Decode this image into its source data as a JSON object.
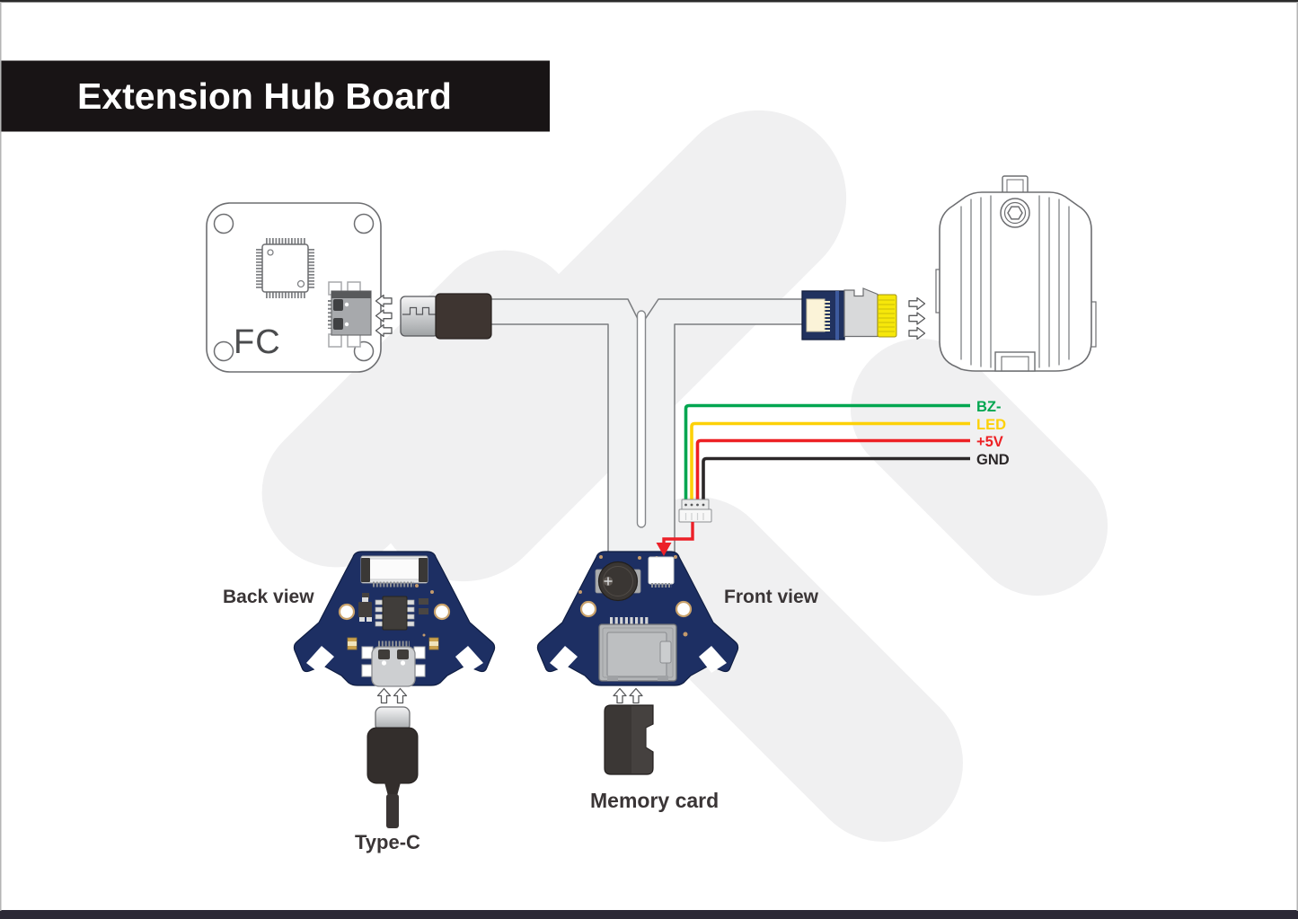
{
  "title": "Extension Hub Board",
  "diagram": {
    "fc_label": "FC",
    "back_view_label": "Back view",
    "front_view_label": "Front view",
    "type_c_label": "Type-C",
    "memory_card_label": "Memory card"
  },
  "wires": [
    {
      "label": "BZ-",
      "color": "#00a650"
    },
    {
      "label": "LED",
      "color": "#fdd108"
    },
    {
      "label": "+5V",
      "color": "#ed2024"
    },
    {
      "label": "GND",
      "color": "#2b2728"
    }
  ],
  "colors": {
    "banner": "#181415",
    "watermark": "#f0f0f1",
    "pcb": "#1d2f63",
    "gold_fingers": "#f6e70a",
    "arrow_red": "#ec2028"
  }
}
